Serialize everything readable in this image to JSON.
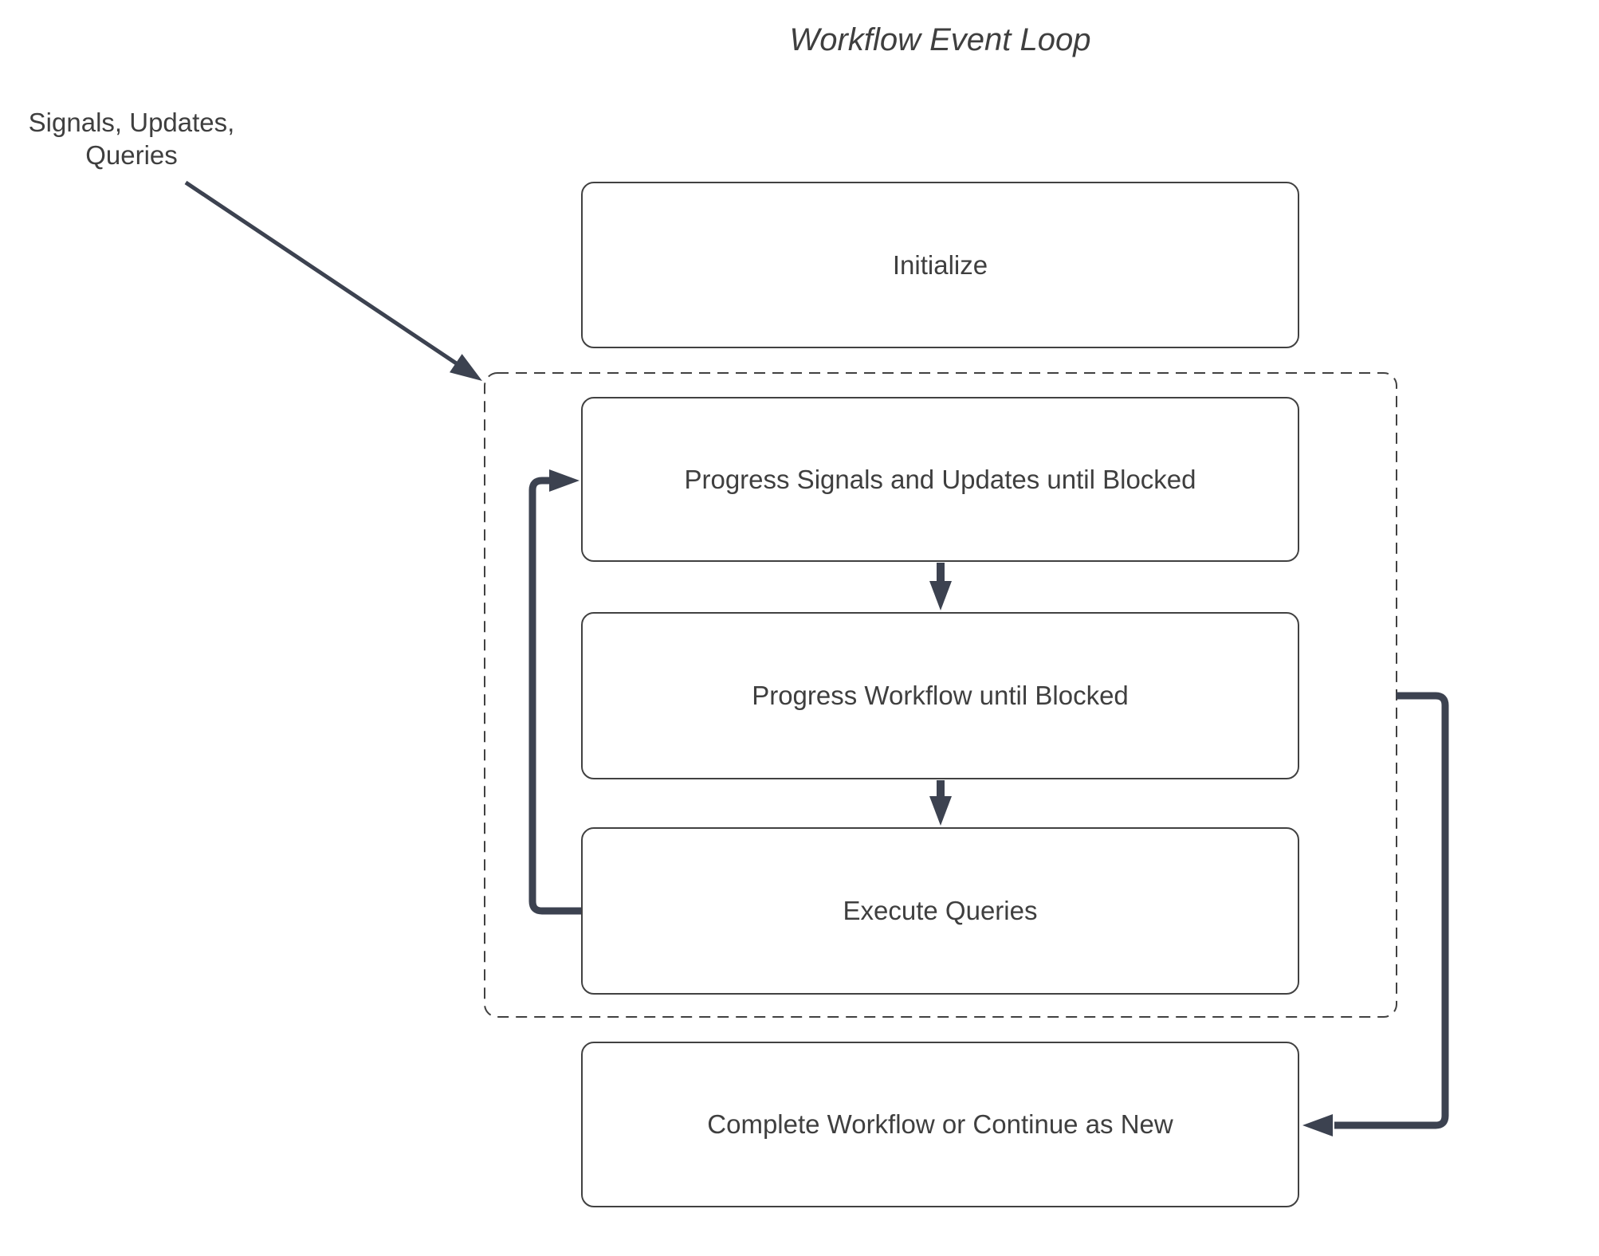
{
  "title": "Workflow Event Loop",
  "annotation": {
    "line1": "Signals, Updates,",
    "line2": "Queries"
  },
  "nodes": {
    "initialize": {
      "label": "Initialize"
    },
    "progress_signals": {
      "label": "Progress Signals and Updates until Blocked"
    },
    "progress_workflow": {
      "label": "Progress Workflow until Blocked"
    },
    "execute_queries": {
      "label": "Execute Queries"
    },
    "complete_workflow": {
      "label": "Complete Workflow or Continue as New"
    }
  },
  "colors": {
    "line": "#3c4250",
    "box_border": "#414141",
    "text": "#3f3f3f",
    "background": "#ffffff"
  }
}
